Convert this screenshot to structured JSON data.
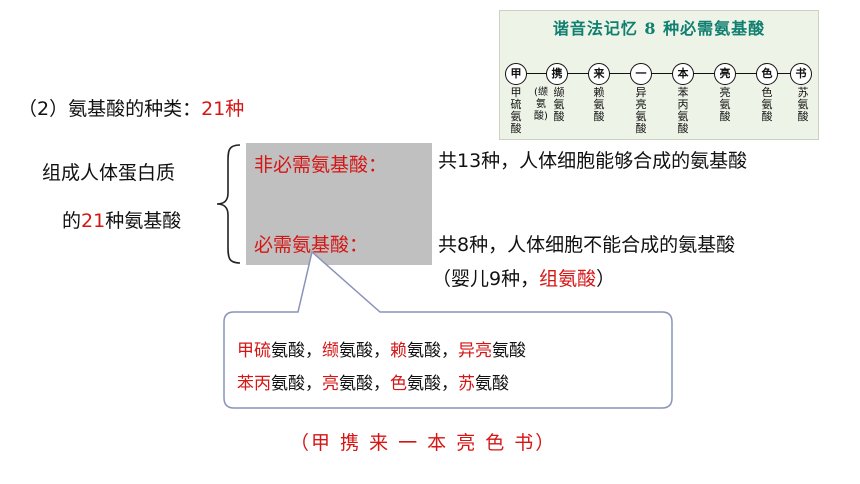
{
  "mnemonic_image": {
    "title": "谐音法记忆 8 种必需氨基酸",
    "chars": [
      "甲",
      "携",
      "来",
      "一",
      "本",
      "亮",
      "色",
      "书"
    ],
    "labels": [
      "甲硫氨酸",
      "缬氨酸",
      "赖氨酸",
      "异亮氨酸",
      "苯丙氨酸",
      "亮氨酸",
      "色氨酸",
      "苏氨酸"
    ],
    "extra_label": "(缬氨酸)"
  },
  "heading": {
    "prefix": "（2）氨基酸的种类：",
    "value": "21种"
  },
  "left_label": {
    "line1": "组成人体蛋白质",
    "line2_pre": "的",
    "line2_num": "21",
    "line2_post": "种氨基酸"
  },
  "nonessential": {
    "label": "非必需氨基酸：",
    "desc": "共13种，人体细胞能够合成的氨基酸"
  },
  "essential": {
    "label": "必需氨基酸：",
    "desc": "共8种，人体细胞不能合成的氨基酸"
  },
  "infant_note": {
    "pre": "（婴儿9种，",
    "highlight": "组氨酸",
    "post": "）"
  },
  "callout": {
    "line1": [
      {
        "hl": "甲硫",
        "rest": "氨酸，"
      },
      {
        "hl": "缬",
        "rest": "氨酸，"
      },
      {
        "hl": "赖",
        "rest": "氨酸，"
      },
      {
        "hl": "异亮",
        "rest": "氨酸"
      }
    ],
    "line2": [
      {
        "hl": "苯丙",
        "rest": "氨酸，"
      },
      {
        "hl": "亮",
        "rest": "氨酸，"
      },
      {
        "hl": "色",
        "rest": "氨酸，"
      },
      {
        "hl": "苏",
        "rest": "氨酸"
      }
    ]
  },
  "mnemonic_phrase": "（甲 携 来 一 本 亮 色 书）",
  "colors": {
    "highlight": "#d61515",
    "gray_box": "#c0c0c0",
    "callout_border": "#8a93b8"
  }
}
